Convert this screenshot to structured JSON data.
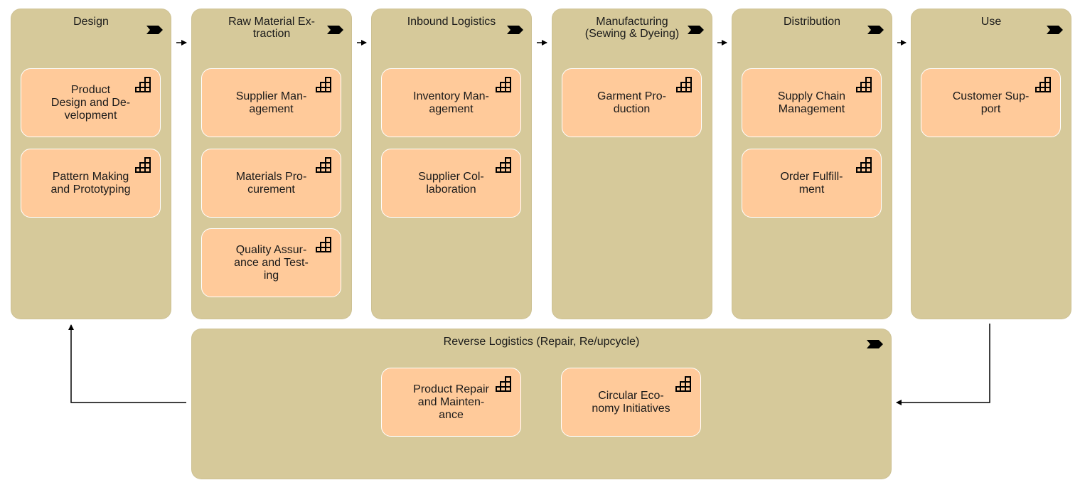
{
  "colors": {
    "stage": "#d6c99a",
    "capability": "#ffca9a",
    "border": "#ffffff",
    "line": "#000000"
  },
  "icons": {
    "stage": "chevron-icon",
    "capability": "capability-stairs-icon"
  },
  "stages": [
    {
      "id": "design",
      "title": "Design",
      "capabilities": [
        "Product\nDesign and De-\nvelopment",
        "Pattern Making\nand Prototyping"
      ]
    },
    {
      "id": "raw-material-extraction",
      "title": "Raw Material Ex-\ntraction",
      "capabilities": [
        "Supplier Man-\nagement",
        "Materials Pro-\ncurement",
        "Quality Assur-\nance and Test-\ning"
      ]
    },
    {
      "id": "inbound-logistics",
      "title": "Inbound Logistics",
      "capabilities": [
        "Inventory Man-\nagement",
        "Supplier Col-\nlaboration"
      ]
    },
    {
      "id": "manufacturing",
      "title": "Manufacturing\n(Sewing & Dyeing)",
      "capabilities": [
        "Garment Pro-\nduction"
      ]
    },
    {
      "id": "distribution",
      "title": "Distribution",
      "capabilities": [
        "Supply Chain\nManagement",
        "Order Fulfill-\nment"
      ]
    },
    {
      "id": "use",
      "title": "Use",
      "capabilities": [
        "Customer Sup-\nport"
      ]
    }
  ],
  "reverse": {
    "title": "Reverse Logistics (Repair, Re/upcycle)",
    "capabilities": [
      "Product Repair\nand Mainten-\nance",
      "Circular Eco-\nnomy Initiatives"
    ]
  }
}
